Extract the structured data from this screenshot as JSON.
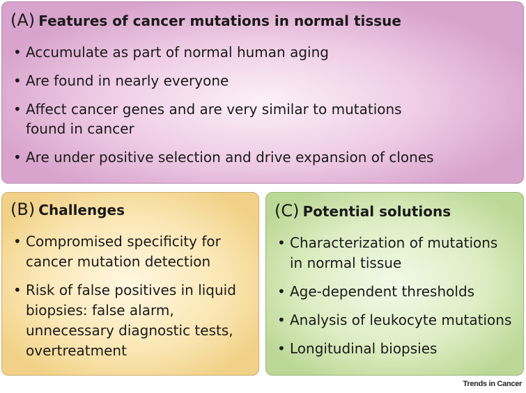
{
  "panel_a": {
    "letter": "(A)",
    "title": "Features of cancer mutations in normal tissue",
    "items": [
      "Accumulate as part of normal human aging",
      "Are found in nearly everyone",
      "Affect cancer genes and are very similar to mutations found in cancer",
      "Are under positive selection and drive expansion of clones"
    ]
  },
  "panel_b": {
    "letter": "(B)",
    "title": "Challenges",
    "items": [
      "Compromised specificity for cancer mutation detection",
      "Risk of false positives in liquid biopsies: false alarm, unnecessary diagnostic tests, overtreatment"
    ]
  },
  "panel_c": {
    "letter": "(C)",
    "title": "Potential solutions",
    "items": [
      "Characterization of mutations in normal tissue",
      "Age-dependent thresholds",
      "Analysis of leukocyte mutations",
      "Longitudinal biopsies"
    ]
  },
  "bullet": "•",
  "credit": "Trends in Cancer",
  "colors": {
    "panel_a": "#efcde6",
    "panel_b": "#fbe7b5",
    "panel_c": "#dcedc2"
  }
}
